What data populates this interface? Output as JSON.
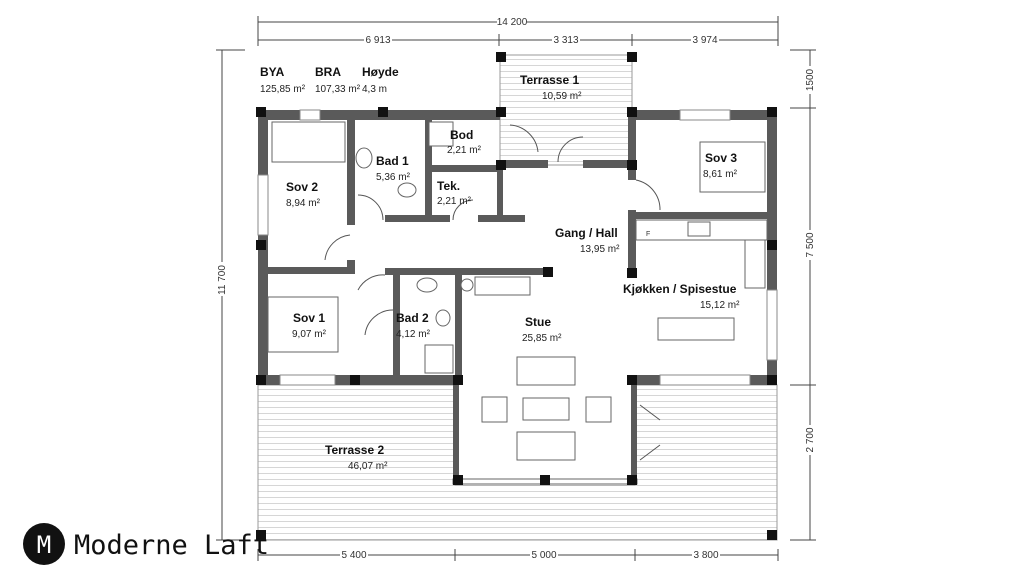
{
  "dimensions": {
    "total_width": "14 200",
    "top_segments": [
      "6 913",
      "3 313",
      "3 974"
    ],
    "bottom_segments": [
      "5 400",
      "5 000",
      "3 800"
    ],
    "left_total": "11 700",
    "right_segments": [
      "1500",
      "7 500",
      "2 700"
    ]
  },
  "summary": [
    {
      "label": "BYA",
      "value": "125,85 m²"
    },
    {
      "label": "BRA",
      "value": "107,33 m²"
    },
    {
      "label": "Høyde",
      "value": "4,3 m"
    }
  ],
  "rooms": [
    {
      "name": "Terrasse 1",
      "area": "10,59 m²"
    },
    {
      "name": "Bod",
      "area": "2,21 m²"
    },
    {
      "name": "Bad 1",
      "area": "5,36 m²"
    },
    {
      "name": "Tek.",
      "area": "2,21 m²"
    },
    {
      "name": "Sov 2",
      "area": "8,94 m²"
    },
    {
      "name": "Gang / Hall",
      "area": "13,95 m²"
    },
    {
      "name": "Sov 3",
      "area": "8,61 m²"
    },
    {
      "name": "Kjøkken / Spisestue",
      "area": "15,12 m²"
    },
    {
      "name": "Sov 1",
      "area": "9,07 m²"
    },
    {
      "name": "Bad 2",
      "area": "4,12 m²"
    },
    {
      "name": "Stue",
      "area": "25,85 m²"
    },
    {
      "name": "Terrasse 2",
      "area": "46,07 m²"
    }
  ],
  "fridge_label": "F",
  "brand": {
    "name": "Moderne Laft",
    "logo_letter": "M"
  }
}
